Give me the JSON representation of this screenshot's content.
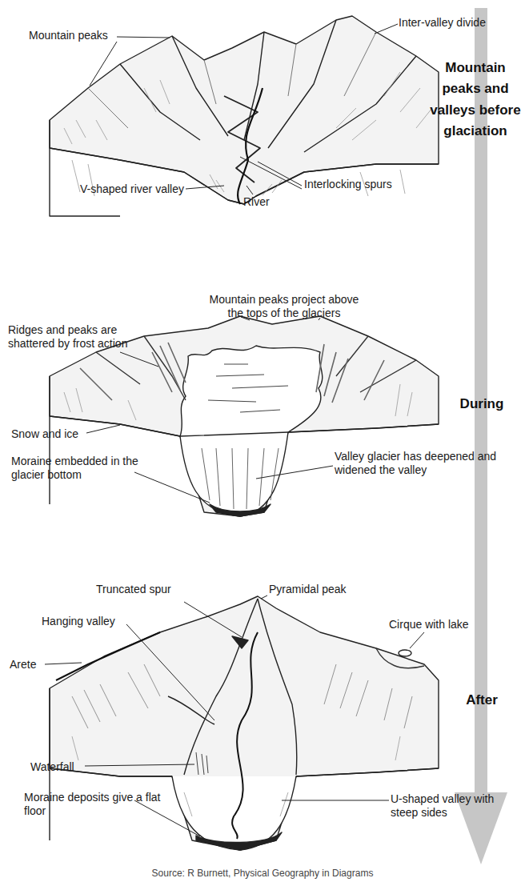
{
  "diagram": {
    "caption": "Source: R Burnett, Physical Geography in Diagrams",
    "labels": [
      "Mountain peaks",
      "Inter-valley divide",
      "Mountain peaks and valleys before glaciation",
      "V-shaped river valley",
      "River",
      "Interlocking spurs",
      "Mountain peaks project above the tops of the glaciers",
      "Ridges and peaks are shattered by frost action",
      "During",
      "Snow and ice",
      "Moraine embedded in the glacier bottom",
      "Valley glacier has deepened and widened the valley",
      "Truncated spur",
      "Pyramidal peak",
      "Hanging valley",
      "Cirque with lake",
      "After",
      "Arete",
      "Waterfall",
      "Moraine deposits give a flat floor",
      "U-shaped valley with steep sides"
    ]
  }
}
